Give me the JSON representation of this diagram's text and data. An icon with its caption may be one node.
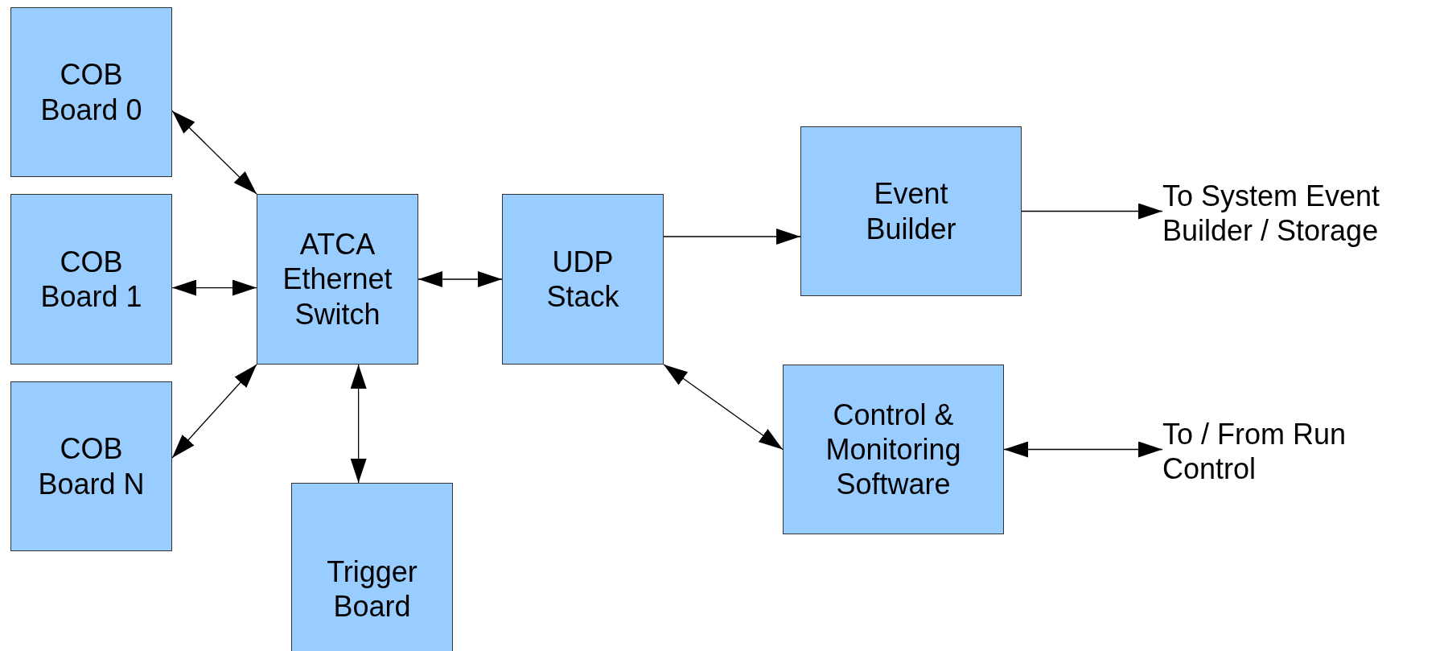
{
  "diagram": {
    "nodes": [
      {
        "text": [
          "COB Board 0"
        ]
      },
      {
        "text": [
          "COB Board 1"
        ]
      },
      {
        "text": [
          "COB Board N"
        ]
      },
      {
        "text": [
          "ATCA Ethernet Switch"
        ]
      },
      {
        "text": [
          "UDP Stack"
        ]
      },
      {
        "text": [
          "Event Builder"
        ]
      },
      {
        "text": [
          "Control & Monitoring Software"
        ]
      },
      {
        "text": [
          "Trigger Board"
        ]
      },
      {
        "text": [
          "To System Event Builder / Storage"
        ]
      },
      {
        "text": [
          "To / From Run Control"
        ]
      }
    ],
    "edges": [
      {
        "from": 0,
        "to": 3,
        "arrow": "both"
      },
      {
        "from": 1,
        "to": 3,
        "arrow": "both"
      },
      {
        "from": 2,
        "to": 3,
        "arrow": "both"
      },
      {
        "from": 3,
        "to": 4,
        "arrow": "both"
      },
      {
        "from": 3,
        "to": 7,
        "arrow": "both"
      },
      {
        "from": 4,
        "to": 5,
        "arrow": "to"
      },
      {
        "from": 5,
        "to": 8,
        "arrow": "to"
      },
      {
        "from": 4,
        "to": 6,
        "arrow": "both"
      },
      {
        "from": 6,
        "to": 9,
        "arrow": "both"
      }
    ]
  }
}
